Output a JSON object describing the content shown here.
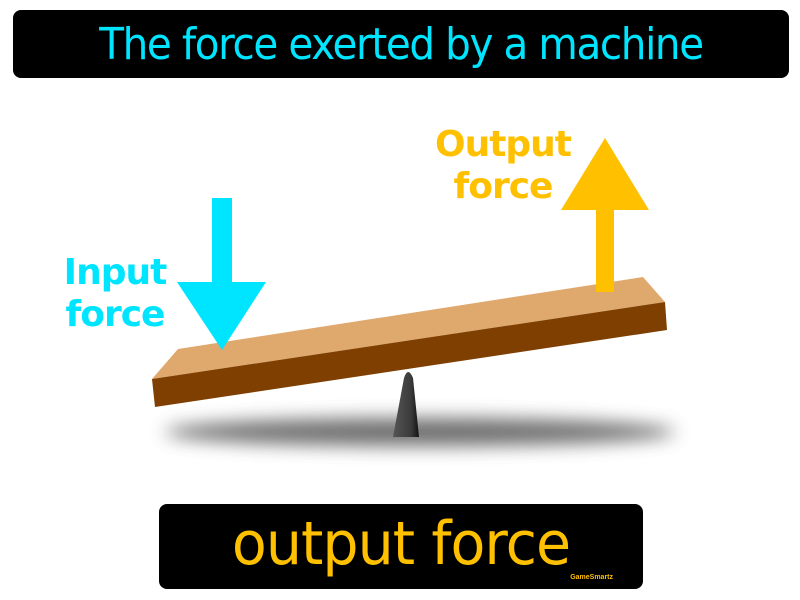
{
  "definition": {
    "text": "The force exerted by a machine",
    "color": "#00e5ff"
  },
  "term": {
    "text": "output force",
    "color": "#ffc000"
  },
  "credit": {
    "text": "GameSmartz"
  },
  "diagram": {
    "input_label": {
      "line1": "Input",
      "line2": "force",
      "color": "#00e5ff"
    },
    "output_label": {
      "line1": "Output",
      "line2": "force",
      "color": "#ffc000"
    },
    "lever": {
      "top_color": "#dfa86c",
      "front_color": "#7f3f00",
      "side_color": "#8f4a0a"
    },
    "fulcrum": {
      "color": "#444444"
    }
  }
}
